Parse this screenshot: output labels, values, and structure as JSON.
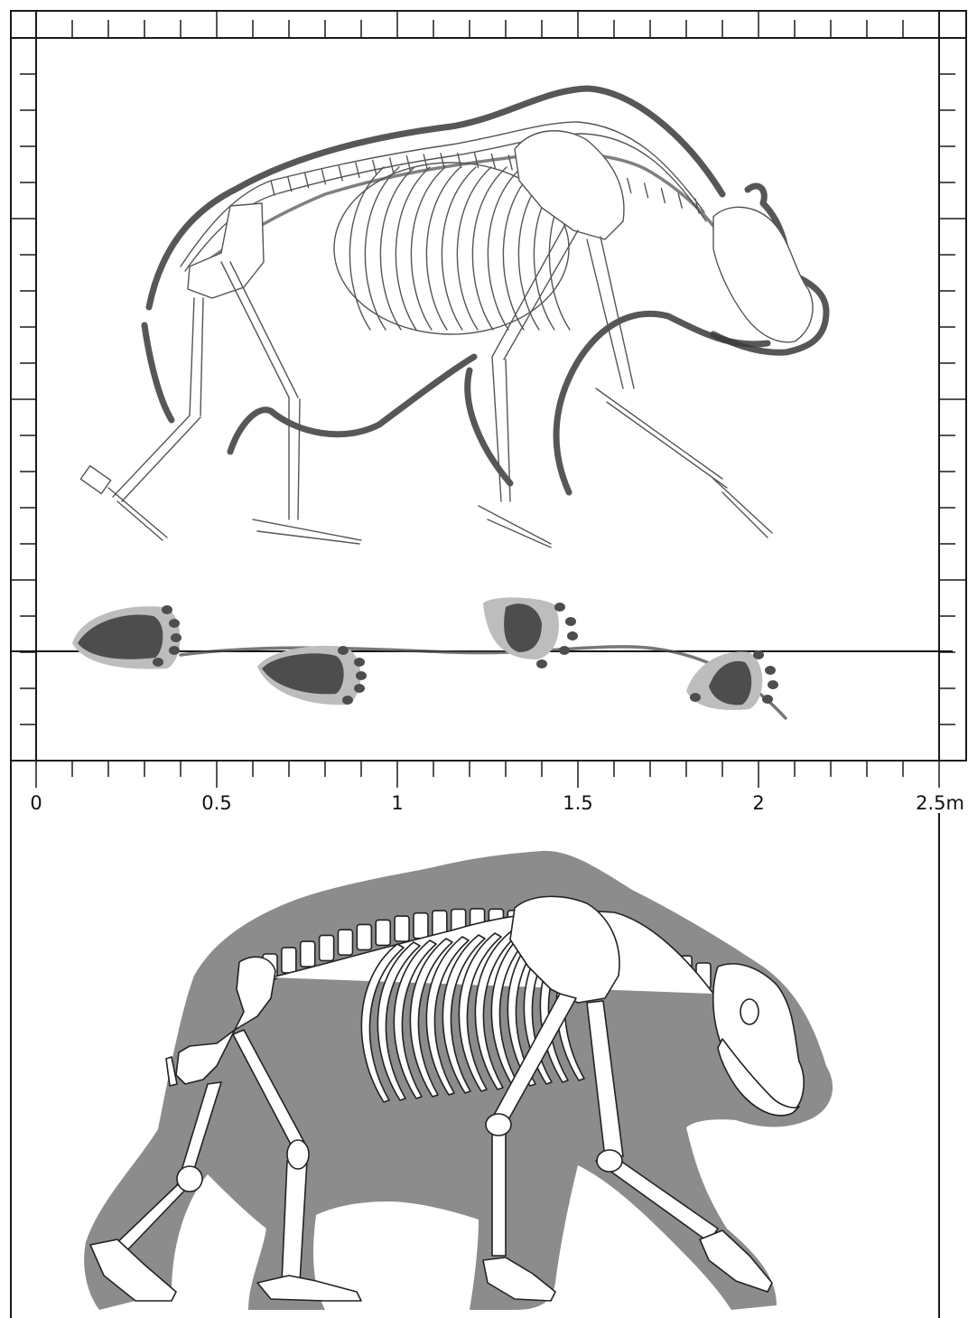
{
  "scale": {
    "ticks": [
      {
        "value": "0"
      },
      {
        "value": "0.5"
      },
      {
        "value": "1"
      },
      {
        "value": "1.5"
      },
      {
        "value": "2"
      },
      {
        "value": "2.5m"
      }
    ]
  },
  "colors": {
    "frame": "#1a1a1a",
    "body_silhouette": "#8c8c8c",
    "footprint_outer": "#bdbdbd",
    "footprint_inner": "#4d4d4d",
    "bone_fill": "#ffffff"
  }
}
